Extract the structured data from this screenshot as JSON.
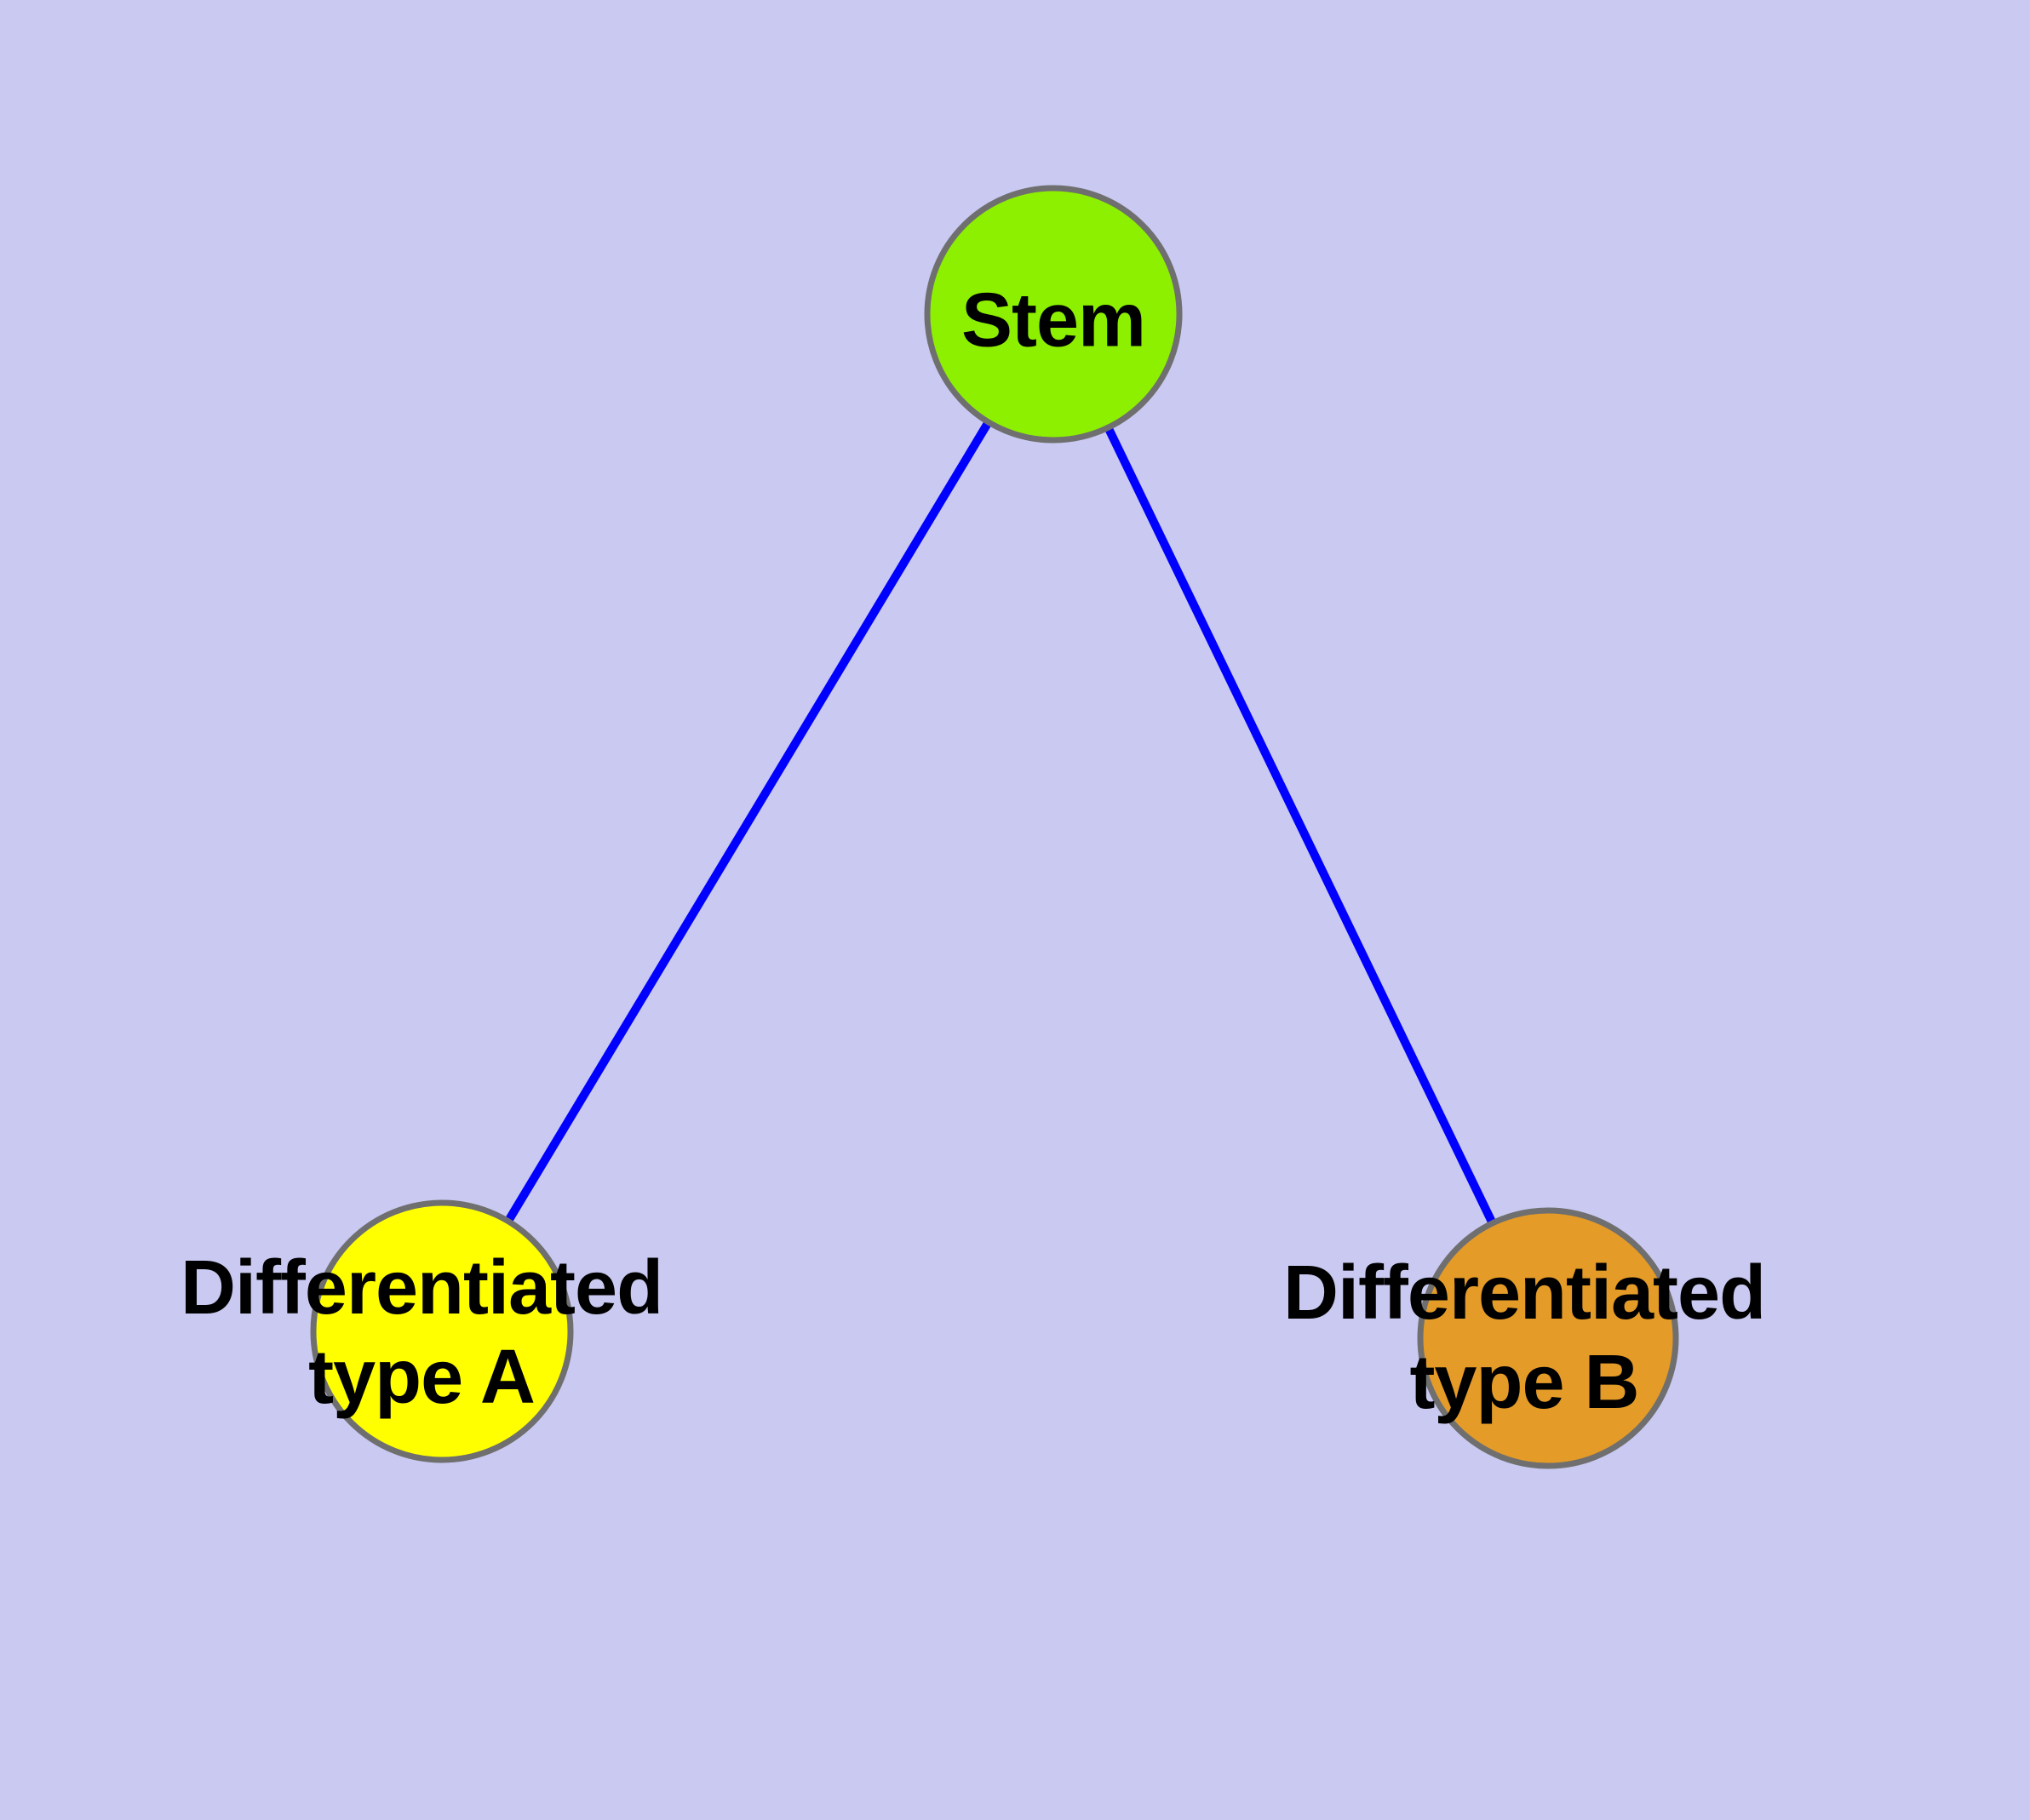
{
  "diagram": {
    "background_color": "#C9C9F1",
    "edge_color": "#0000FF",
    "node_border_color": "#6F6F6F",
    "label_color": "#000000",
    "nodes": {
      "stem": {
        "id": "stem",
        "label": "Stem",
        "fill": "#8DF000"
      },
      "type_a": {
        "id": "type_a",
        "label_line1": "Differentiated",
        "label_line2": "type A",
        "fill": "#FFFF00"
      },
      "type_b": {
        "id": "type_b",
        "label_line1": "Differentiated",
        "label_line2": "type B",
        "fill": "#E49B28"
      }
    },
    "edges": [
      {
        "from": "Stem",
        "to": "Differentiated type A"
      },
      {
        "from": "Stem",
        "to": "Differentiated type B"
      }
    ]
  }
}
